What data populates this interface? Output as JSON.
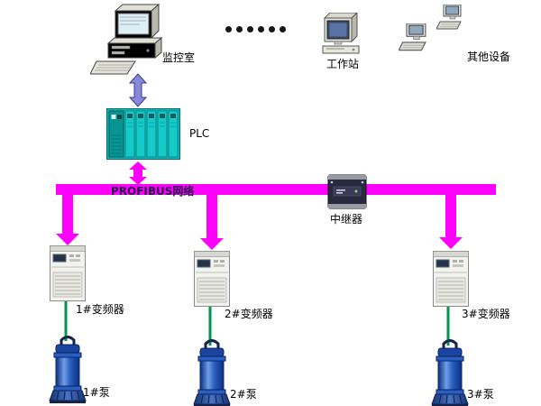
{
  "diagram": {
    "nodes": {
      "monitor_room": {
        "label": "监控室"
      },
      "workstation": {
        "label": "工作站"
      },
      "other_devices": {
        "label": "其他设备"
      },
      "plc": {
        "label": "PLC"
      },
      "repeater": {
        "label": "中继器"
      }
    },
    "bus": {
      "label": "PROFIBUS网络",
      "color": "#ff00ff"
    },
    "inverters": [
      {
        "label": "1#变频器"
      },
      {
        "label": "2#变频器"
      },
      {
        "label": "3#变频器"
      }
    ],
    "pumps": [
      {
        "label": "1#泵"
      },
      {
        "label": "2#泵"
      },
      {
        "label": "3#泵"
      }
    ],
    "colors": {
      "bus": "#ff00ff",
      "arrow_pc_plc": "#8888d8",
      "plc_body": "#0fb8b8",
      "link_line": "#009850",
      "pump_blue": "#1a44a0"
    }
  }
}
